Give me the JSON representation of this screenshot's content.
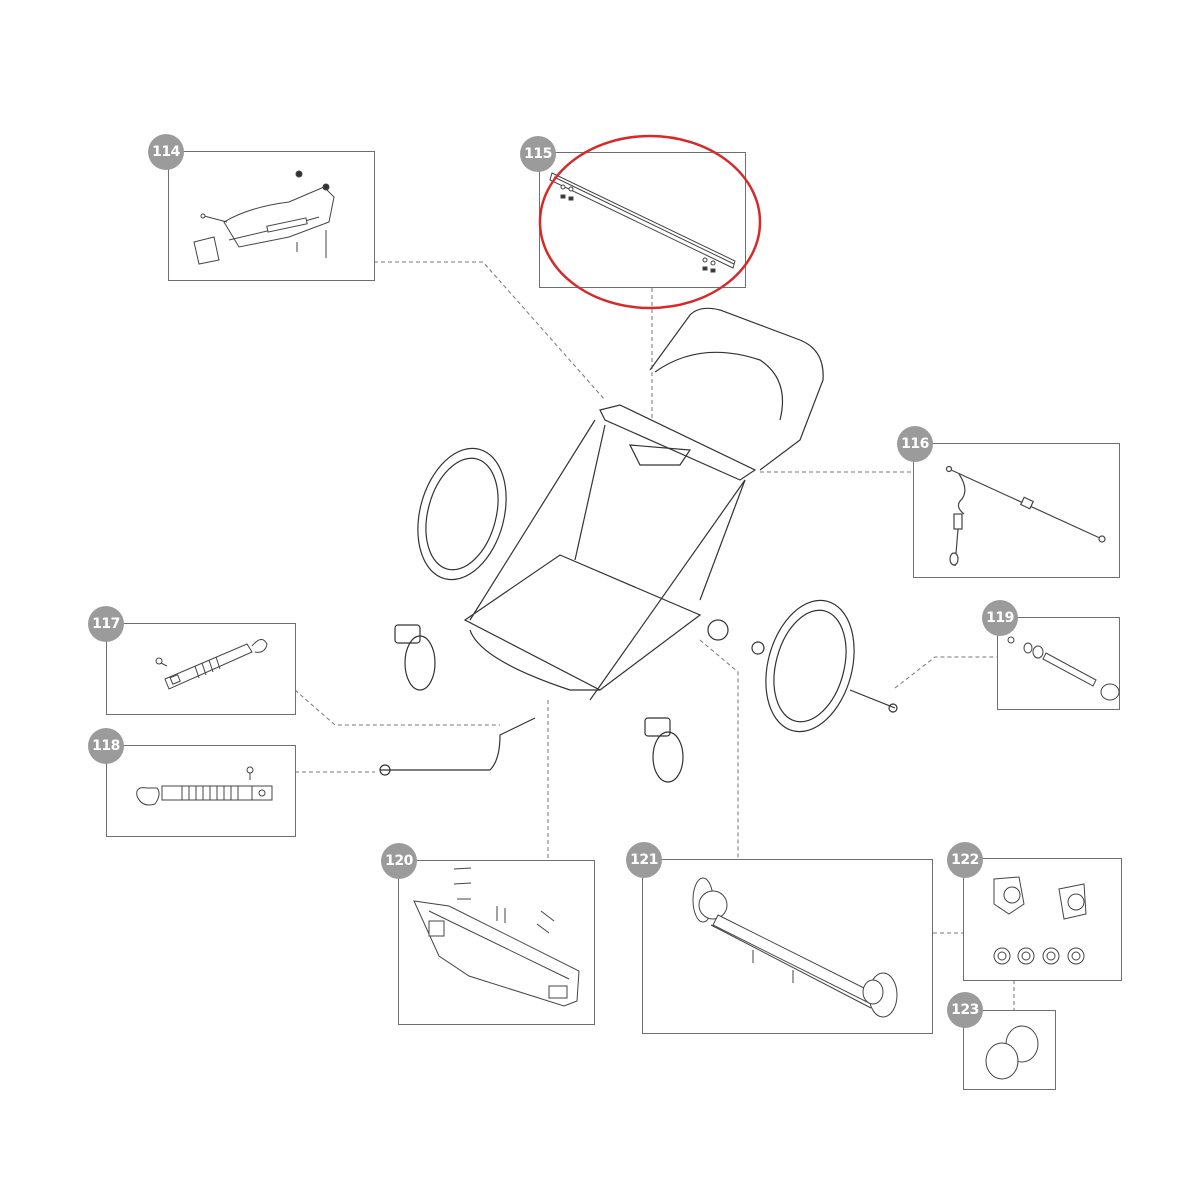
{
  "diagram": {
    "type": "exploded-parts-diagram",
    "subject": "jogging stroller / bike trailer chassis",
    "highlight": {
      "part": "115",
      "shape": "ellipse",
      "color": "#d62a2a"
    },
    "badge_color": "#9b9b9b",
    "line_color": "#6f6f6f"
  },
  "callouts": [
    {
      "id": "114",
      "label": "114",
      "description": "handlebar hinge joint with screws and cover"
    },
    {
      "id": "115",
      "label": "115",
      "description": "cross bar tube with 4 screws/nuts"
    },
    {
      "id": "116",
      "label": "116",
      "description": "brake cable rod with strap"
    },
    {
      "id": "117",
      "label": "117",
      "description": "hitch safety strap with screw (short)"
    },
    {
      "id": "118",
      "label": "118",
      "description": "hitch safety strap with screw (long)"
    },
    {
      "id": "119",
      "label": "119",
      "description": "wheel axle with washers, bearing and cap"
    },
    {
      "id": "120",
      "label": "120",
      "description": "front bumper/footplate with screws"
    },
    {
      "id": "121",
      "label": "121",
      "description": "rear axle assembly with brake discs"
    },
    {
      "id": "122",
      "label": "122",
      "description": "brake calipers with 4 washers"
    },
    {
      "id": "123",
      "label": "123",
      "description": "2 round caps"
    }
  ]
}
